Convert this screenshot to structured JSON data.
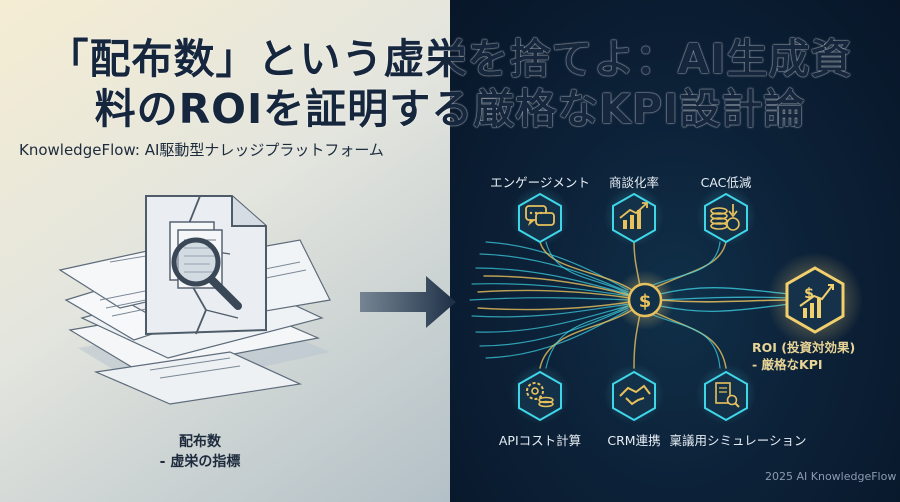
{
  "title": {
    "line1": "「配布数」という虚栄を捨てよ：AI生成資",
    "line2": "料のROIを証明する厳格なKPI設計論"
  },
  "subtitle": "KnowledgeFlow: AI駆動型ナレッジプラットフォーム",
  "left_caption": {
    "line1": "配布数",
    "line2": "- 虚栄の指標"
  },
  "metrics_top": [
    {
      "label": "エンゲージメント",
      "icon": "chat-bubbles-icon"
    },
    {
      "label": "商談化率",
      "icon": "rising-bar-chart-icon"
    },
    {
      "label": "CAC低減",
      "icon": "coin-stack-down-arrow-icon"
    }
  ],
  "metrics_bottom": [
    {
      "label": "APIコスト計算",
      "icon": "gear-coin-icon"
    },
    {
      "label": "CRM連携",
      "icon": "handshake-icon"
    },
    {
      "label": "稟議用シミュレーション",
      "icon": "document-magnifier-icon"
    }
  ],
  "center_icon": "dollar-coin-icon",
  "roi": {
    "line1": "ROI (投資対効果)",
    "line2": "- 厳格なKPI",
    "icon": "dollar-growth-chart-icon"
  },
  "footer": "2025 AI KnowledgeFlow",
  "colors": {
    "title": "#16263c",
    "gold": "#e8c15c",
    "cyan": "#3fd6e8",
    "navy": "#0c2138"
  }
}
